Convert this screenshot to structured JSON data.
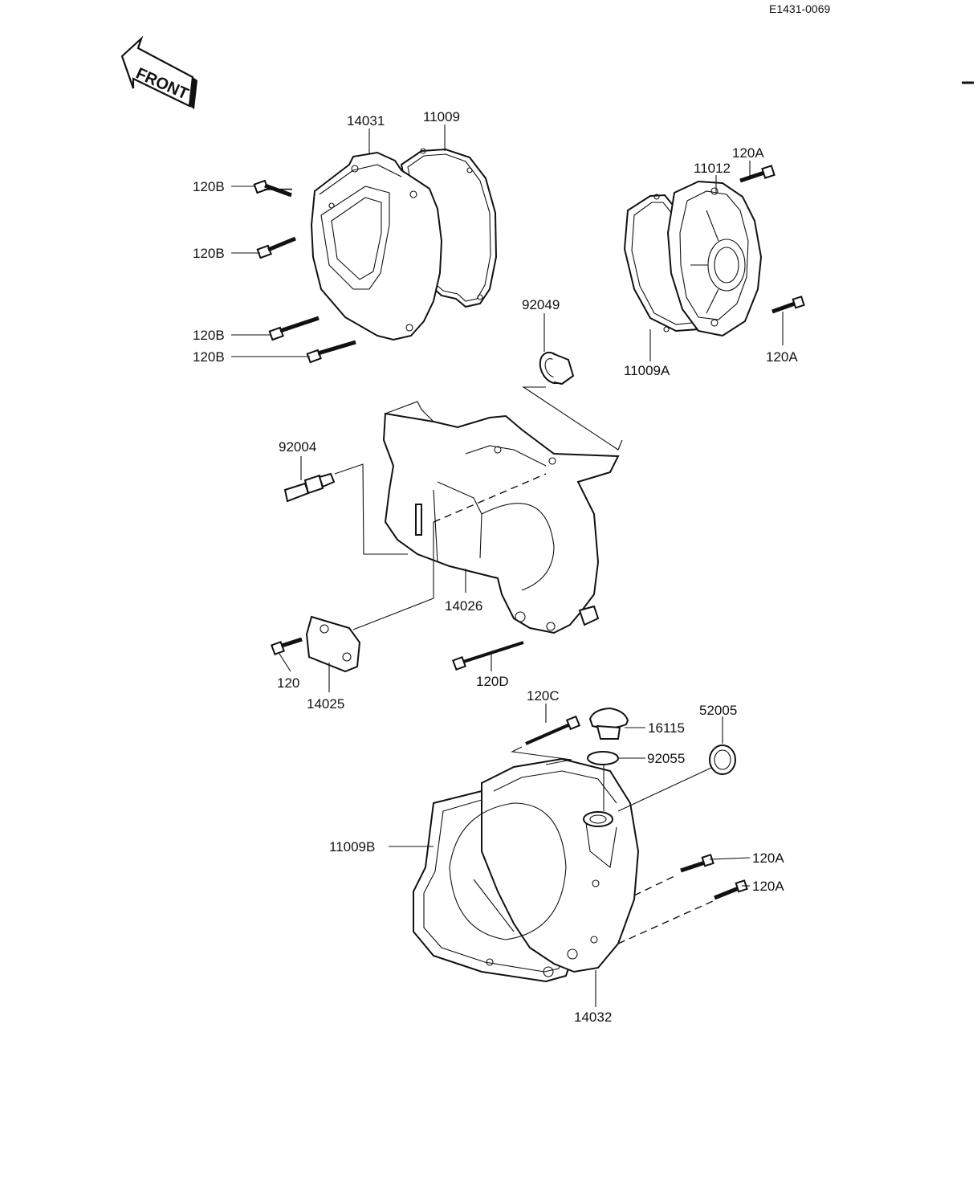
{
  "drawing_code": "E1431-0069",
  "front_arrow_text": "FRONT",
  "labels": {
    "p14031": "14031",
    "p11009": "11009",
    "p120B_1": "120B",
    "p120B_2": "120B",
    "p120B_3": "120B",
    "p120B_4": "120B",
    "p120A_top": "120A",
    "p11012": "11012",
    "p120A_right": "120A",
    "p11009A": "11009A",
    "p92049": "92049",
    "p92004": "92004",
    "p14026": "14026",
    "p120": "120",
    "p14025": "14025",
    "p120D": "120D",
    "p120C": "120C",
    "p16115": "16115",
    "p52005": "52005",
    "p92055": "92055",
    "p11009B": "11009B",
    "p120A_low1": "120A",
    "p120A_low2": "120A",
    "p14032": "14032"
  },
  "icons": {
    "front": "front-arrow-icon"
  }
}
